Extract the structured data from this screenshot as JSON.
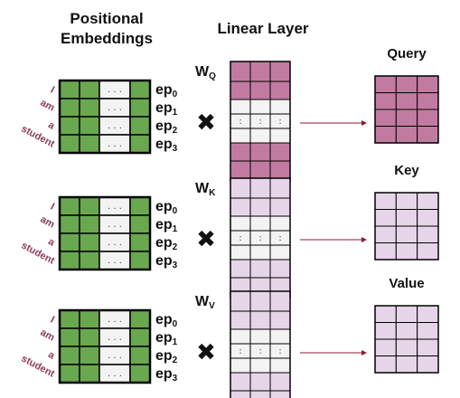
{
  "headers": {
    "positional": [
      "Positional",
      "Embeddings"
    ],
    "linear": "Linear Layer"
  },
  "colors": {
    "green": "#6aa84f",
    "light_gray": "#f3f3f3",
    "query_purple": "#c27ba0",
    "key_value_lavender": "#e6d5e8",
    "word_color": "#8a3a5a",
    "arrow_color": "#8b1a2f",
    "grid_line": "#000000"
  },
  "words": [
    "I",
    "am",
    "a",
    "student"
  ],
  "ep_labels": [
    {
      "base": "ep",
      "sub": "0"
    },
    {
      "base": "ep",
      "sub": "1"
    },
    {
      "base": "ep",
      "sub": "2"
    },
    {
      "base": "ep",
      "sub": "3"
    }
  ],
  "cell_dots": ". . .",
  "multiply_symbol": "✖",
  "rows": [
    {
      "id": "query",
      "weight": {
        "base": "W",
        "sub": "Q"
      },
      "output": "Query",
      "fill": "query_purple"
    },
    {
      "id": "key",
      "weight": {
        "base": "W",
        "sub": "K"
      },
      "output": "Key",
      "fill": "key_value_lavender"
    },
    {
      "id": "value",
      "weight": {
        "base": "W",
        "sub": "V"
      },
      "output": "Value",
      "fill": "key_value_lavender"
    }
  ]
}
